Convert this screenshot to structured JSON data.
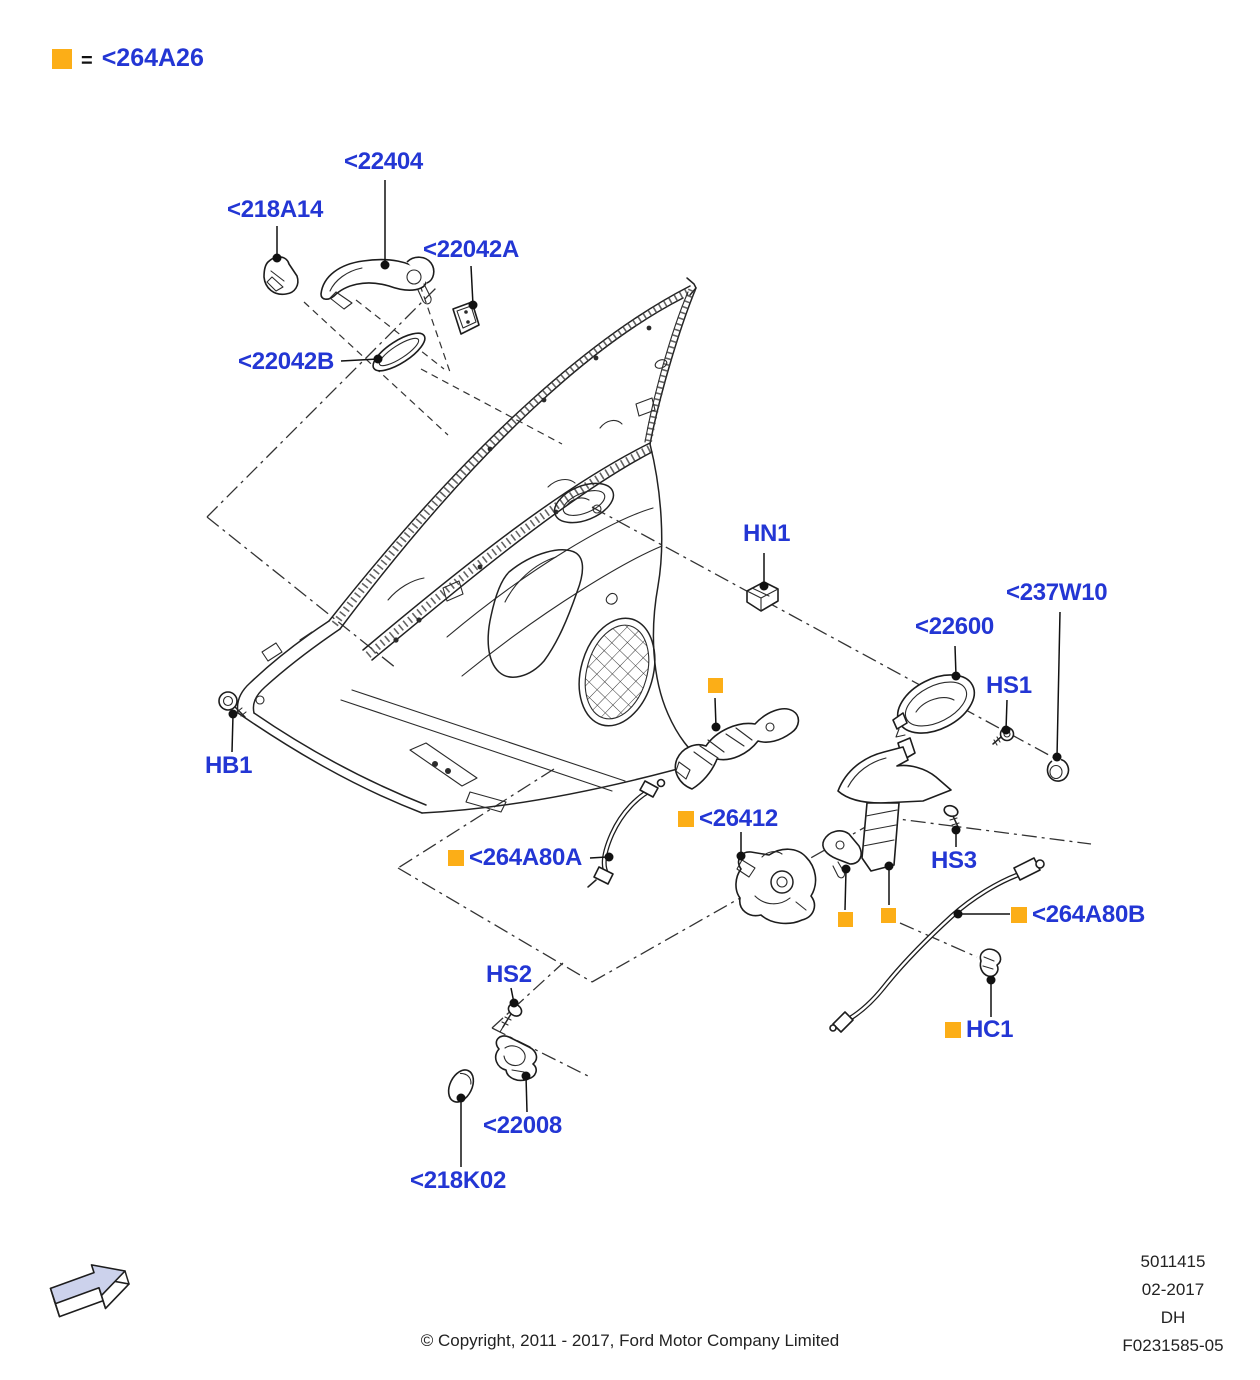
{
  "colors": {
    "label_blue": "#2336d4",
    "marker_orange": "#fcae17",
    "line": "#222222",
    "arrow_fill": "#ccd2ec"
  },
  "icons": {
    "legend_marker": "orange-square",
    "direction_arrow": "3d-arrow-up-right"
  },
  "legend": {
    "equals": "=",
    "part": "<264A26"
  },
  "callouts": {
    "c22404": {
      "label": "<22404"
    },
    "c218A14": {
      "label": "<218A14"
    },
    "c22042A": {
      "label": "<22042A"
    },
    "c22042B": {
      "label": "<22042B"
    },
    "cHN1": {
      "label": "HN1"
    },
    "c237W10": {
      "label": "<237W10"
    },
    "c22600": {
      "label": "<22600"
    },
    "cHS1": {
      "label": "HS1"
    },
    "cHB1": {
      "label": "HB1"
    },
    "c26412": {
      "label": "<26412"
    },
    "c264A80A": {
      "label": "<264A80A"
    },
    "cHS2": {
      "label": "HS2"
    },
    "c22008": {
      "label": "<22008"
    },
    "c218K02": {
      "label": "<218K02"
    },
    "cHS3": {
      "label": "HS3"
    },
    "c264A80B": {
      "label": "<264A80B"
    },
    "cHC1": {
      "label": "HC1"
    }
  },
  "footer": {
    "copyright": "© Copyright, 2011 - 2017, Ford Motor Company Limited",
    "doc_number": "5011415",
    "date": "02-2017",
    "code": "DH",
    "figure_number": "F0231585-05"
  }
}
